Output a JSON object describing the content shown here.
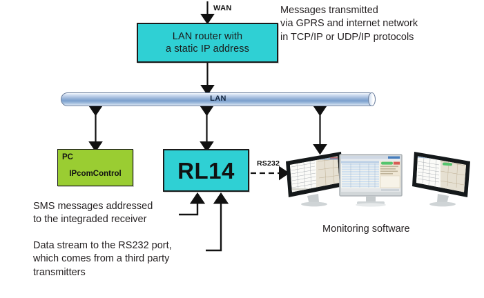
{
  "diagram": {
    "title": "RL14 network monitoring diagram",
    "background": "#ffffff"
  },
  "colors": {
    "router_fill": "#2fd0d4",
    "rl14_fill": "#2fd0d4",
    "pc_fill": "#9acd32",
    "lan_bar": "#8fadd4",
    "text": "#231f20",
    "stroke": "#1a1a1a"
  },
  "labels": {
    "wan": "WAN",
    "lan": "LAN",
    "rs232": "RS232"
  },
  "router": {
    "line1": "LAN router with",
    "line2": "a static IP address"
  },
  "pc": {
    "title": "PC",
    "subtitle": "IPcomControl"
  },
  "device": {
    "name": "RL14"
  },
  "notes": {
    "transmission": "Messages transmitted\nvia GPRS and internet network\nin TCP/IP or UDP/IP protocols",
    "sms": "SMS messages addressed\nto the integraded receiver",
    "data_stream": "Data stream to the RS232 port,\nwhich comes from a third party\ntransmitters"
  },
  "captions": {
    "monitoring": "Monitoring software"
  },
  "monitors": [
    {
      "id": "left-monitor",
      "content": "map-and-table-screenshot"
    },
    {
      "id": "center-monitor",
      "content": "data-table-screenshot"
    },
    {
      "id": "right-monitor",
      "content": "map-and-table-screenshot"
    }
  ]
}
